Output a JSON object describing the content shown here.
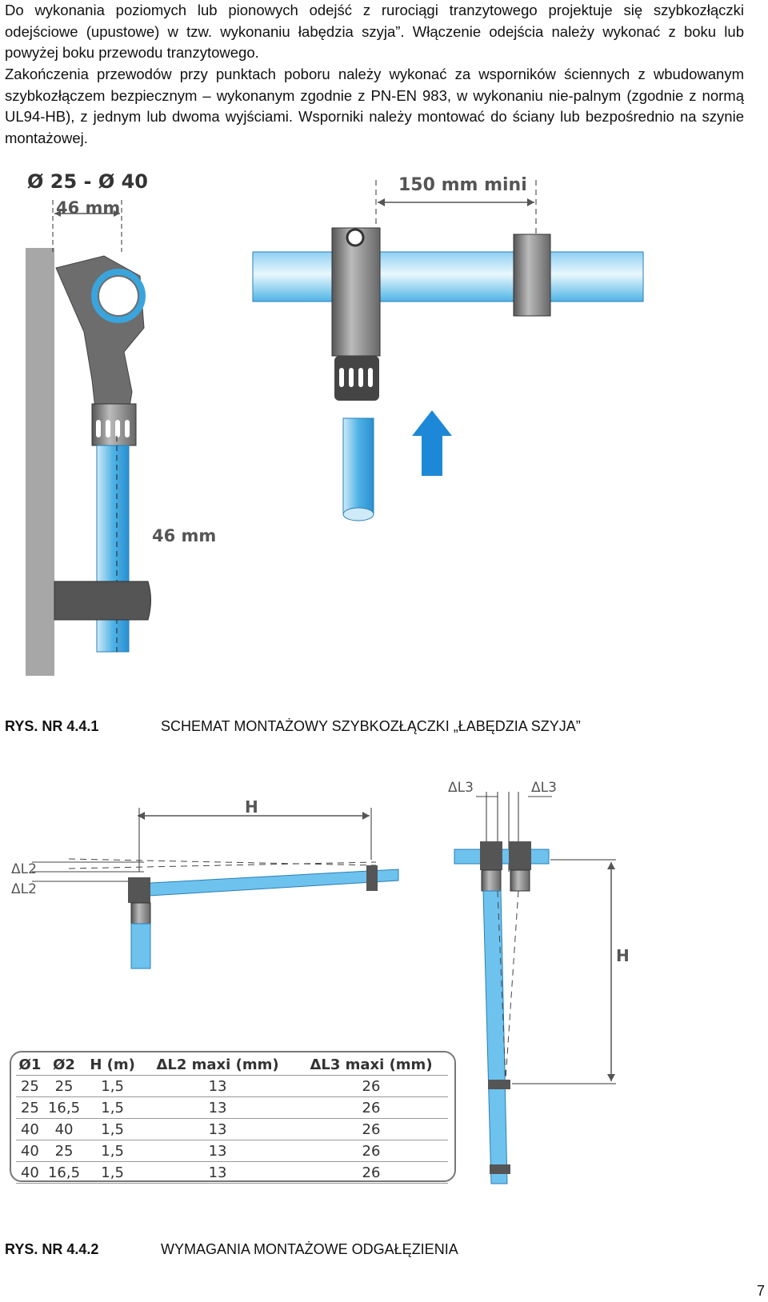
{
  "paragraphs": {
    "p1": "Do wykonania poziomych lub pionowych odejść z rurociągi tranzytowego projektuje się szybkozłączki odejściowe (upustowe) w tzw. wykonaniu łabędzia szyja”. Włączenie odejścia należy wykonać z boku lub powyżej boku przewodu tranzytowego.",
    "p2": "Zakończenia przewodów przy punktach poboru należy wykonać za wsporników ściennych z wbudowanym szybkozłączem bezpiecznym – wykonanym zgodnie z PN-EN 983, w wykonaniu nie-palnym (zgodnie z normą UL94-HB), z jednym lub dwoma wyjściami. Wsporniki należy montować do ściany lub bezpośrednio na szynie montażowej."
  },
  "figure1": {
    "diameter_label": "Ø 25 - Ø 40",
    "dim_top": "46 mm",
    "dim_side": "46 mm",
    "dim_spacing": "150 mm mini"
  },
  "caption1": {
    "number": "RYS.  NR 4.4.1",
    "text": "SCHEMAT  MONTAŻOWY  SZYBKOZŁĄCZKI  „ŁABĘDZIA  SZYJA”"
  },
  "figure2": {
    "label_H_horizontal": "H",
    "label_H_vertical": "H",
    "label_dL2_a": "ΔL2",
    "label_dL2_b": "ΔL2",
    "label_dL3_left": "ΔL3",
    "label_dL3_right": "ΔL3"
  },
  "table": {
    "headers": [
      "Ø1",
      "Ø2",
      "H (m)",
      "ΔL2 maxi (mm)",
      "ΔL3 maxi (mm)"
    ],
    "rows": [
      [
        "25",
        "25",
        "1,5",
        "13",
        "26"
      ],
      [
        "25",
        "16,5",
        "1,5",
        "13",
        "26"
      ],
      [
        "40",
        "40",
        "1,5",
        "13",
        "26"
      ],
      [
        "40",
        "25",
        "1,5",
        "13",
        "26"
      ],
      [
        "40",
        "16,5",
        "1,5",
        "13",
        "26"
      ]
    ]
  },
  "caption2": {
    "number": "RYS.  NR 4.4.2",
    "text": "WYMAGANIA  MONTAŻOWE  ODGAŁĘZIENIA"
  },
  "page_number": "7",
  "colors": {
    "pipe_blue": "#4fb3e6",
    "pipe_light": "#cfeaf8",
    "dim_gray": "#777777",
    "wall_gray": "#a7a7a7",
    "arrow_blue": "#1e88d8"
  }
}
